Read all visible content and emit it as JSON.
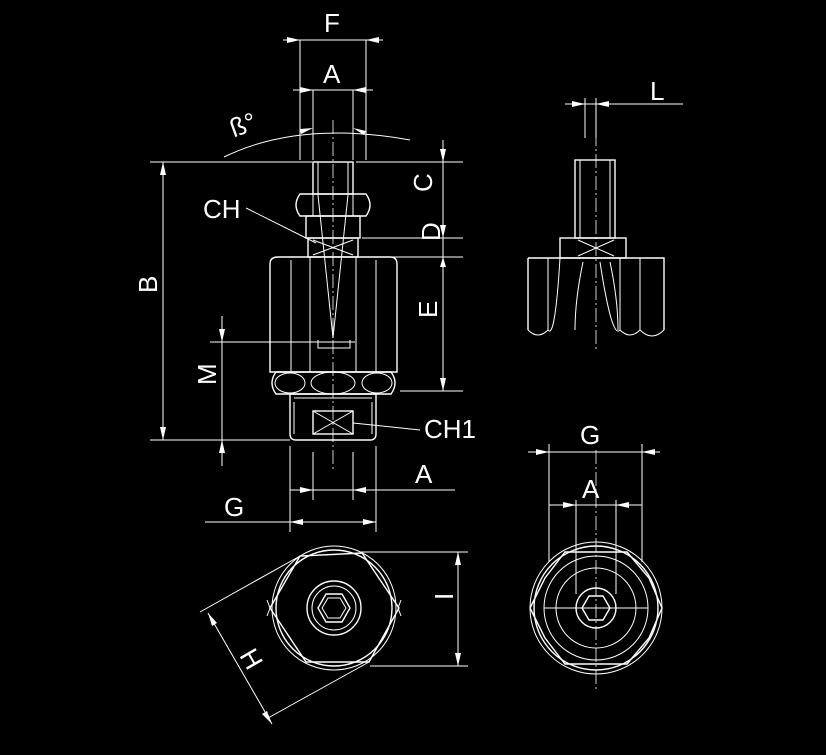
{
  "labels": {
    "F": "F",
    "A_top": "A",
    "beta": "ß°",
    "CH": "CH",
    "C": "C",
    "D": "D",
    "E": "E",
    "B": "B",
    "M": "M",
    "CH1": "CH1",
    "A_bottom": "A",
    "G_left": "G",
    "L": "L",
    "G_right": "G",
    "A_right": "A",
    "H": "H",
    "I": "I"
  },
  "colors": {
    "background": "#000000",
    "lines": "#ffffff"
  }
}
